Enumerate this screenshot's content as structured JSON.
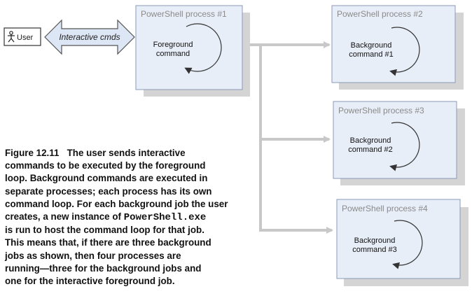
{
  "actor": {
    "label": "User"
  },
  "channel": {
    "label": "Interactive cmds"
  },
  "processes": [
    {
      "title": "PowerShell process #1",
      "line1": "Foreground",
      "line2": "command"
    },
    {
      "title": "PowerShell process #2",
      "line1": "Background",
      "line2": "command #1"
    },
    {
      "title": "PowerShell process #3",
      "line1": "Background",
      "line2": "command #2"
    },
    {
      "title": "PowerShell process #4",
      "line1": "Background",
      "line2": "command #3"
    }
  ],
  "caption": {
    "figure": "Figure 12.11",
    "lines": [
      "The user sends interactive",
      "commands to be executed by the foreground",
      "loop. Background commands are executed in",
      "separate processes; each process has its own",
      "command loop. For each background job the user",
      "creates, a new instance of ",
      "PowerShell.exe",
      "is run to host the command loop for that job.",
      "This means that, if there are three background",
      "jobs as shown, then four processes are",
      "running—three for the background jobs and",
      "one for the interactive foreground job."
    ]
  },
  "colors": {
    "box_fill": "#e8eef8",
    "box_border": "#8a9ab8",
    "shadow": "#d4d4d4",
    "connector": "#c8c8c8",
    "title_text": "#8a8a8a",
    "arrow_fill": "#dde6f4"
  }
}
